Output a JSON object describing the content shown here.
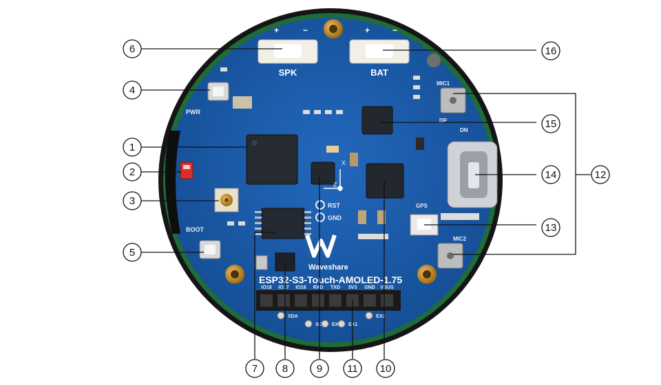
{
  "board": {
    "name": "ESP32-S3-Touch-AMOLED-1.75",
    "brand": "Waveshare",
    "connectors": {
      "speaker": "SPK",
      "battery": "BAT"
    },
    "silkscreen": {
      "pwr": "PWR",
      "boot": "BOOT",
      "mic1": "MIC1",
      "mic2": "MIC2",
      "gps": "GPS",
      "rst": "RST",
      "gnd": "GND",
      "dp": "DP",
      "dn": "DN",
      "pin_labels": [
        "IO18",
        "IO17",
        "IO16",
        "RXD",
        "TXD",
        "3V3",
        "GND",
        "VBUS"
      ],
      "pad_labels": [
        "SDA",
        "SCL",
        "EX0",
        "EX1",
        "EX2"
      ]
    }
  },
  "callouts": [
    {
      "id": "1",
      "label": "1"
    },
    {
      "id": "2",
      "label": "2"
    },
    {
      "id": "3",
      "label": "3"
    },
    {
      "id": "4",
      "label": "4"
    },
    {
      "id": "5",
      "label": "5"
    },
    {
      "id": "6",
      "label": "6"
    },
    {
      "id": "7",
      "label": "7"
    },
    {
      "id": "8",
      "label": "8"
    },
    {
      "id": "9",
      "label": "9"
    },
    {
      "id": "10",
      "label": "10"
    },
    {
      "id": "11",
      "label": "11"
    },
    {
      "id": "12",
      "label": "12"
    },
    {
      "id": "13",
      "label": "13"
    },
    {
      "id": "14",
      "label": "14"
    },
    {
      "id": "15",
      "label": "15"
    },
    {
      "id": "16",
      "label": "16"
    }
  ],
  "colors": {
    "pcb": "#1b5dab",
    "pcb_dark": "#134a8c",
    "bezel": "#1c1c1c",
    "gold": "#c8922a",
    "chip": "#1f2329"
  }
}
